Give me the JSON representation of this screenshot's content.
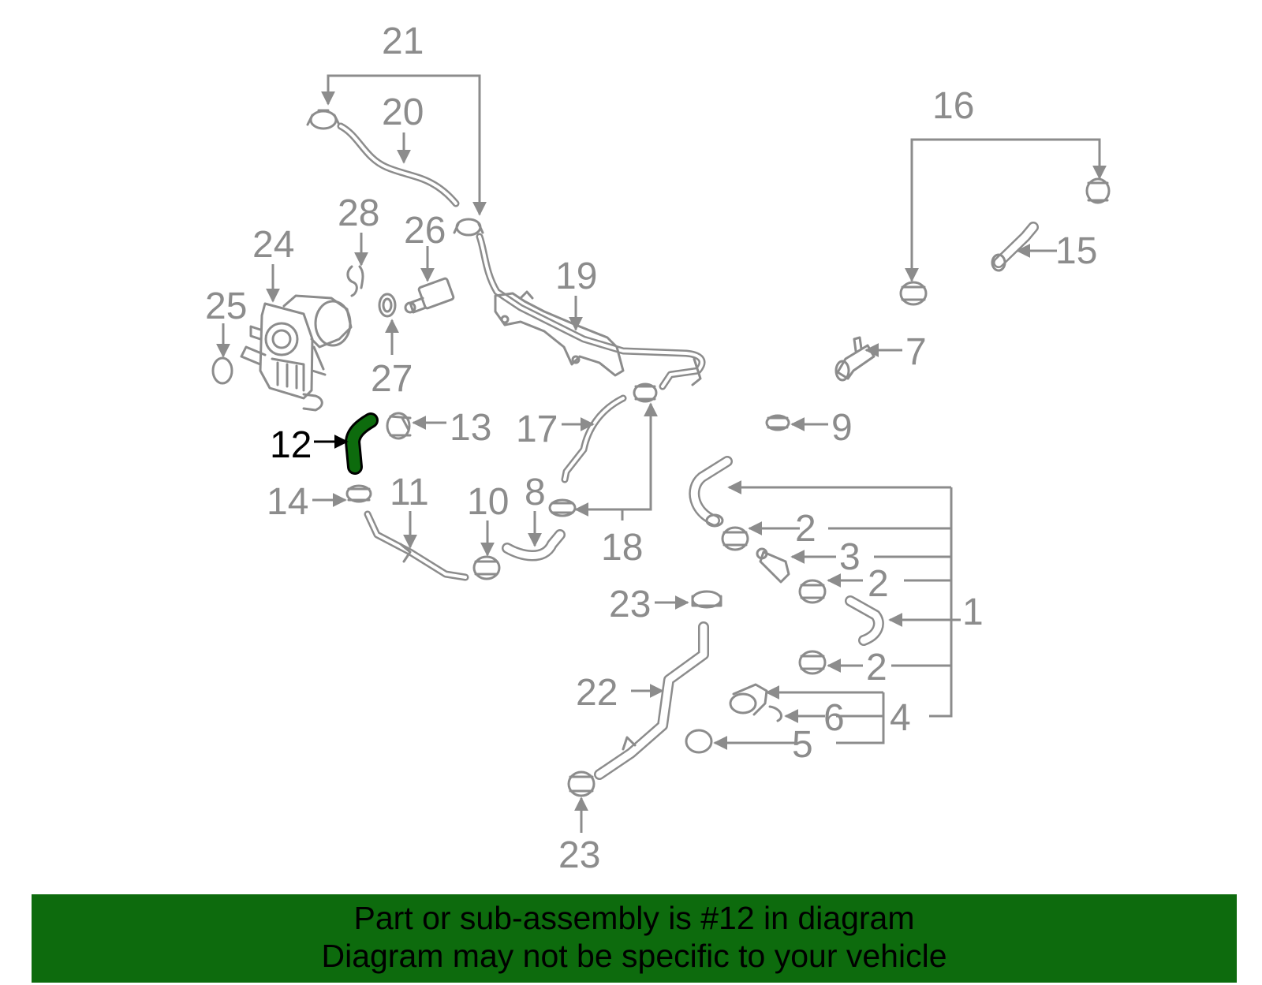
{
  "callouts": {
    "c1": "1",
    "c2a": "2",
    "c2b": "2",
    "c2c": "2",
    "c3": "3",
    "c4": "4",
    "c5": "5",
    "c6": "6",
    "c7": "7",
    "c8": "8",
    "c9": "9",
    "c10": "10",
    "c11": "11",
    "c12": "12",
    "c13": "13",
    "c14": "14",
    "c15": "15",
    "c16": "16",
    "c17": "17",
    "c18": "18",
    "c19": "19",
    "c20": "20",
    "c21": "21",
    "c22": "22",
    "c23a": "23",
    "c23b": "23",
    "c24": "24",
    "c25": "25",
    "c26": "26",
    "c27": "27",
    "c28": "28"
  },
  "highlight_color": "#0d6b0d",
  "line_color": "#8c8c8c",
  "banner": {
    "line1": "Part or sub-assembly is #12 in diagram",
    "line2": "Diagram may not be specific to your vehicle"
  }
}
